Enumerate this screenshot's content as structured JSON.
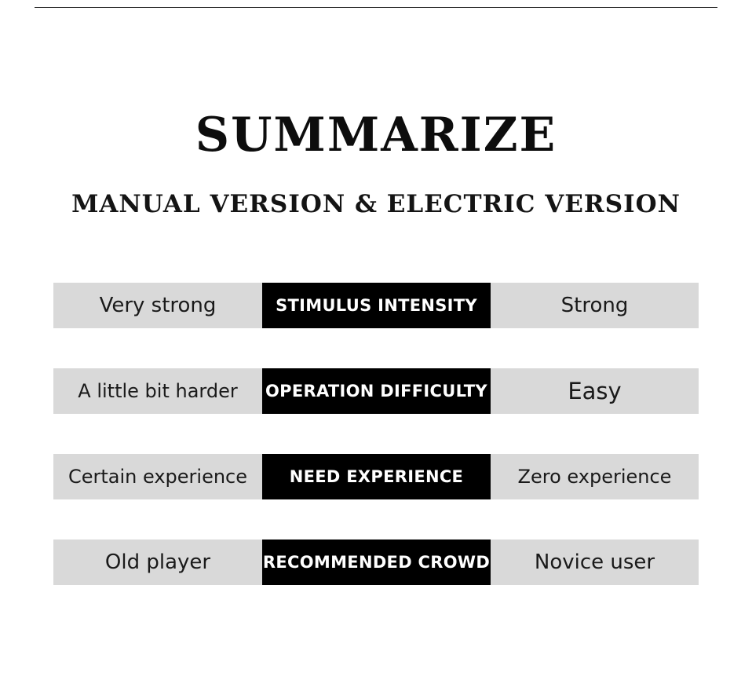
{
  "title": "SUMMARIZE",
  "subtitle": "MANUAL VERSION & ELECTRIC VERSION",
  "rows": [
    {
      "manual": "Very strong",
      "category": "STIMULUS INTENSITY",
      "electric": "Strong"
    },
    {
      "manual": "A little bit harder",
      "category": "OPERATION DIFFICULTY",
      "electric": "Easy"
    },
    {
      "manual": "Certain experience",
      "category": "NEED EXPERIENCE",
      "electric": "Zero experience"
    },
    {
      "manual": "Old player",
      "category": "RECOMMENDED CROWD",
      "electric": "Novice user"
    }
  ]
}
